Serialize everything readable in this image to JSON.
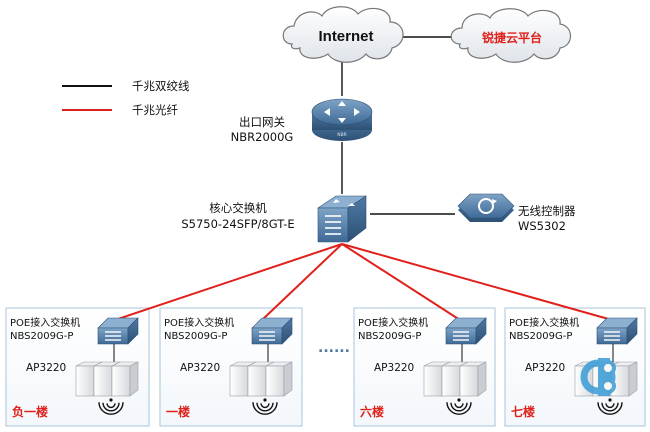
{
  "internet": {
    "label": "Internet"
  },
  "cloud": {
    "label": "锐捷云平台"
  },
  "legend": {
    "items": [
      {
        "label": "千兆双绞线",
        "color": "#111111"
      },
      {
        "label": "千兆光纤",
        "color": "#e0211b"
      }
    ]
  },
  "router": {
    "label": "出口网关",
    "model": "NBR2000G",
    "badge": "NBR"
  },
  "core": {
    "label": "核心交换机",
    "model": "S5750-24SFP/8GT-E"
  },
  "controller": {
    "label": "无线控制器",
    "model": "WS5302"
  },
  "ellipsis": "......",
  "floors": [
    {
      "switch_label": "POE接入交换机",
      "switch_model": "NBS2009G-P",
      "ap": "AP3220",
      "floor": "负一楼"
    },
    {
      "switch_label": "POE接入交换机",
      "switch_model": "NBS2009G-P",
      "ap": "AP3220",
      "floor": "一楼"
    },
    {
      "switch_label": "POE接入交换机",
      "switch_model": "NBS2009G-P",
      "ap": "AP3220",
      "floor": "六楼"
    },
    {
      "switch_label": "POE接入交换机",
      "switch_model": "NBS2009G-P",
      "ap": "AP3220",
      "floor": "七楼"
    }
  ],
  "colors": {
    "copper": "#111111",
    "fiber": "#e0211b",
    "device": "#4d78a3",
    "panel_border": "#a9c4dc",
    "watermark": "#3a9bd6"
  },
  "watermark": {
    "icon": "cb-logo-watermark"
  }
}
